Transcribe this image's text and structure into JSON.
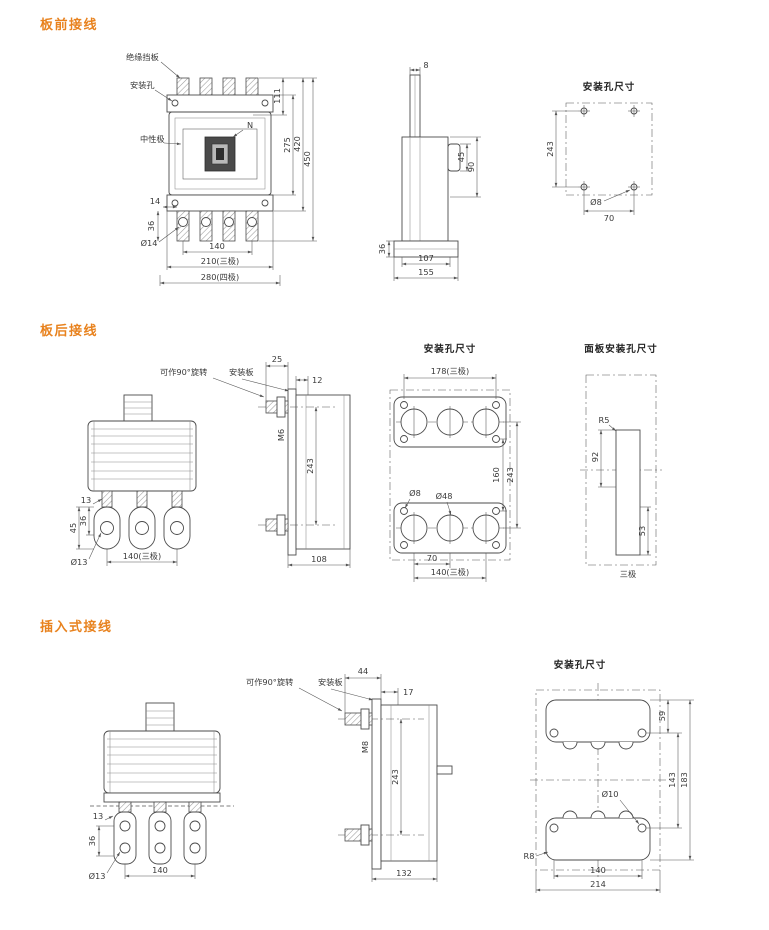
{
  "accent_color": "#e8821e",
  "sections": {
    "s1": {
      "title": "板前接线",
      "front": {
        "insulation_label": "绝缘挡板",
        "mount_hole_label": "安装孔",
        "neutral_label": "中性极",
        "n_mark": "N",
        "d111": "111",
        "d275": "275",
        "d420": "420",
        "d450": "450",
        "d14": "14",
        "d36": "36",
        "dia14": "Ø14",
        "d140": "140",
        "d210": "210(三极)",
        "d280": "280(四极)"
      },
      "side": {
        "d8": "8",
        "d45": "45",
        "d90": "90",
        "d36": "36",
        "d107": "107",
        "d155": "155"
      },
      "holes": {
        "title": "安装孔尺寸",
        "d243": "243",
        "dia8": "Ø8",
        "d70": "70"
      }
    },
    "s2": {
      "title": "板后接线",
      "rotate_label": "可作90°旋转",
      "plate_label": "安装板",
      "breaker": {
        "d13": "13",
        "d36": "36",
        "d45": "45",
        "dia13": "Ø13",
        "d140": "140(三极)"
      },
      "side": {
        "d25": "25",
        "d12": "12",
        "m6": "M6",
        "d243": "243",
        "d108": "108"
      },
      "holes": {
        "title": "安装孔尺寸",
        "d178": "178(三极)",
        "d160": "160",
        "d243": "243",
        "dia8": "Ø8",
        "dia48": "Ø48",
        "d70": "70",
        "d140": "140(三极)"
      },
      "panel": {
        "title": "面板安装孔尺寸",
        "r5": "R5",
        "d92": "92",
        "d53": "53",
        "pole": "三极"
      }
    },
    "s3": {
      "title": "插入式接线",
      "rotate_label": "可作90°旋转",
      "plate_label": "安装板",
      "breaker": {
        "d13": "13",
        "d36": "36",
        "dia13": "Ø13",
        "d140": "140"
      },
      "side": {
        "d44": "44",
        "d17": "17",
        "m8": "M8",
        "d243": "243",
        "d132": "132"
      },
      "holes": {
        "title": "安装孔尺寸",
        "d59": "59",
        "d143": "143",
        "d183": "183",
        "dia10": "Ø10",
        "r8": "R8",
        "d140": "140",
        "d214": "214"
      }
    }
  }
}
